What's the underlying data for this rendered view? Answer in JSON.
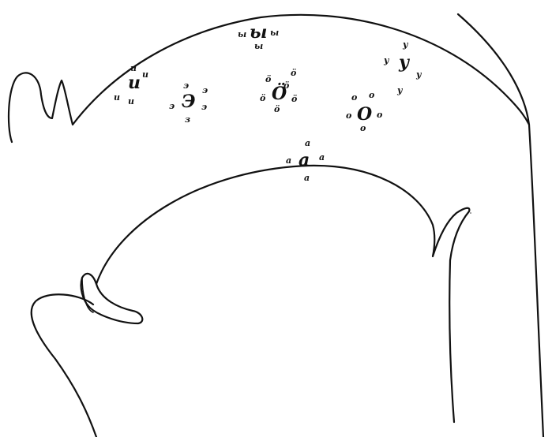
{
  "vowel_clusters": [
    {
      "id": "i",
      "main": "u",
      "satellites": [
        "u",
        "u",
        "u",
        "u"
      ]
    },
    {
      "id": "y",
      "main": "ы",
      "satellites": [
        "ы",
        "ы",
        "ы"
      ]
    },
    {
      "id": "e",
      "main": "Э",
      "satellites": [
        "э",
        "э",
        "э",
        "э",
        "з"
      ]
    },
    {
      "id": "oe",
      "main": "Ö",
      "satellites": [
        "ö",
        "ö",
        "ö",
        "ö",
        "ö",
        "ö"
      ]
    },
    {
      "id": "u",
      "main": "y",
      "satellites": [
        "y",
        "y",
        "y",
        "y"
      ]
    },
    {
      "id": "o",
      "main": "O",
      "satellites": [
        "o",
        "o",
        "o",
        "o",
        "o"
      ]
    },
    {
      "id": "a",
      "main": "a",
      "satellites": [
        "a",
        "a",
        "a",
        "a"
      ]
    }
  ]
}
